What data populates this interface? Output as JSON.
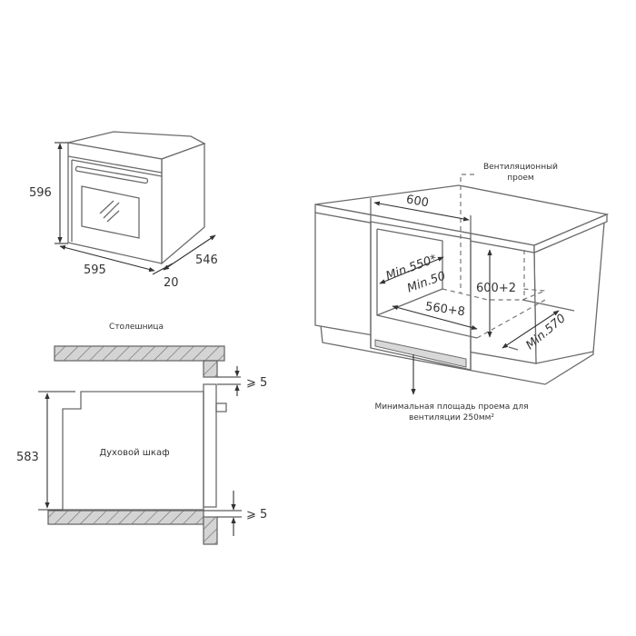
{
  "oven_view": {
    "height_label": "596",
    "width_label": "595",
    "depth_label": "546",
    "door_label": "20"
  },
  "cabinet_view": {
    "vent_label_line1": "Вентиляционный",
    "vent_label_line2": "проем",
    "width_label": "600",
    "min_depth_label": "Min.550*",
    "min_gap_label": "Min.50",
    "height_label": "600+2",
    "inner_width_label": "560+8",
    "min_cabinet_depth_label": "Min.570",
    "vent_area_line1": "Минимальная площадь проема для",
    "vent_area_line2": "вентиляции 250мм²"
  },
  "section_view": {
    "countertop_label": "Столешница",
    "oven_label": "Духовой шкаф",
    "height_label": "583",
    "top_gap_label": "⩾ 5",
    "bottom_gap_label": "⩾ 5"
  }
}
